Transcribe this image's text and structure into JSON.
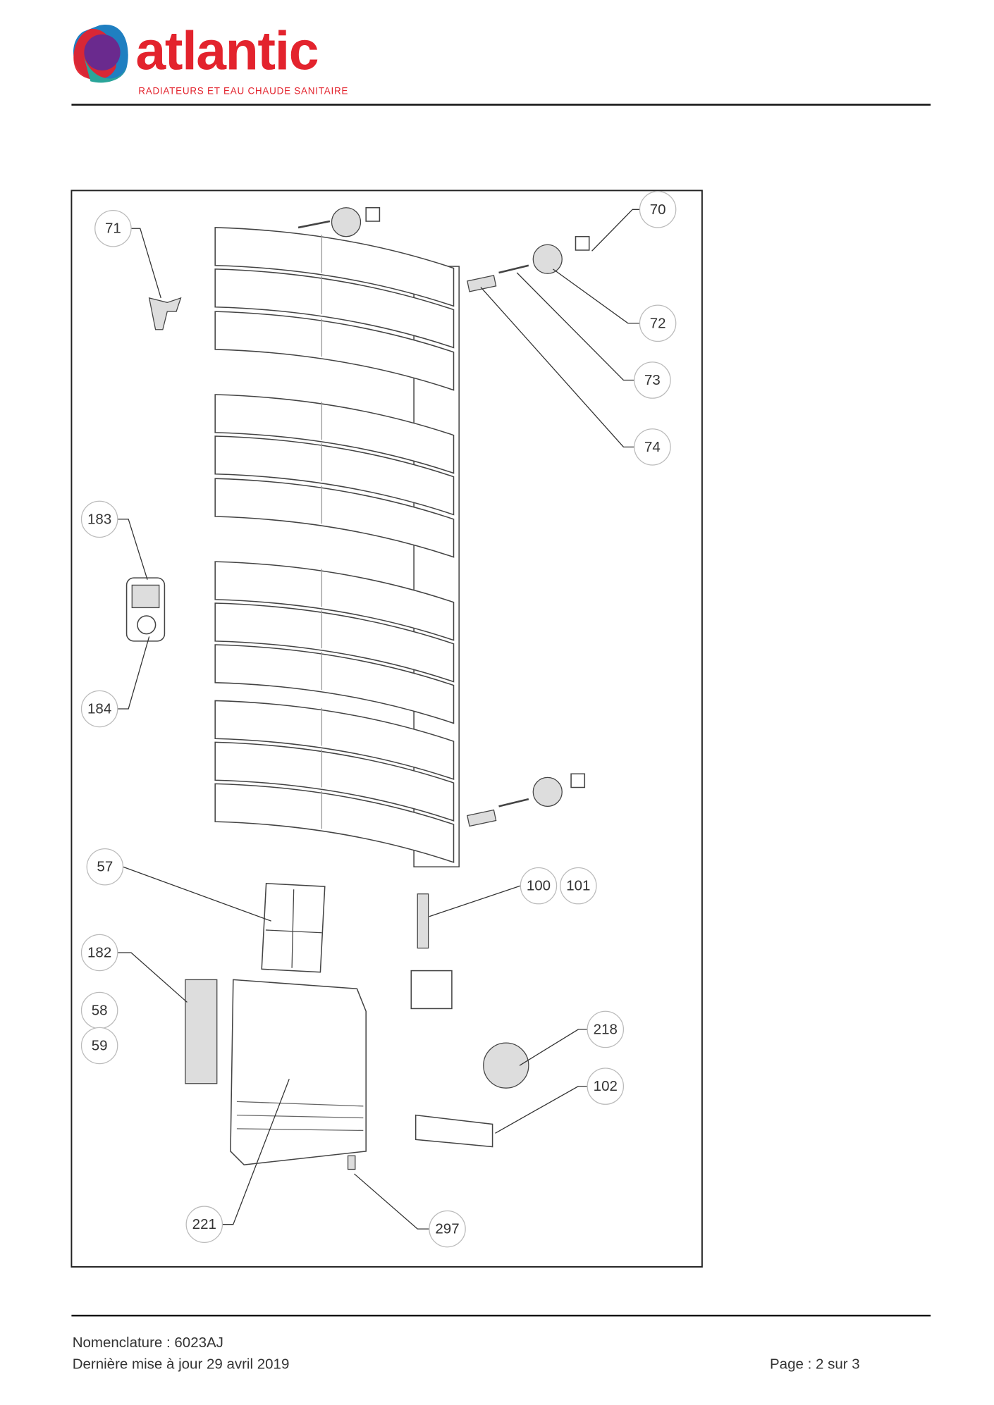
{
  "header": {
    "logo_word": "atlantic",
    "logo_tagline": "RADIATEURS ET EAU CHAUDE SANITAIRE",
    "colors": {
      "brand_red": "#e3232d",
      "blue": "#1f7fc1",
      "purple": "#6a2a8e",
      "teal": "#2aa59a"
    }
  },
  "diagram": {
    "callouts": [
      "71",
      "70",
      "72",
      "73",
      "74",
      "183",
      "184",
      "57",
      "100",
      "101",
      "182",
      "58",
      "59",
      "218",
      "102",
      "221",
      "297"
    ]
  },
  "footer": {
    "nomenclature": "Nomenclature : 6023AJ",
    "updated": "Dernière mise à jour 29 avril 2019",
    "page": "Page : 2 sur 3"
  }
}
